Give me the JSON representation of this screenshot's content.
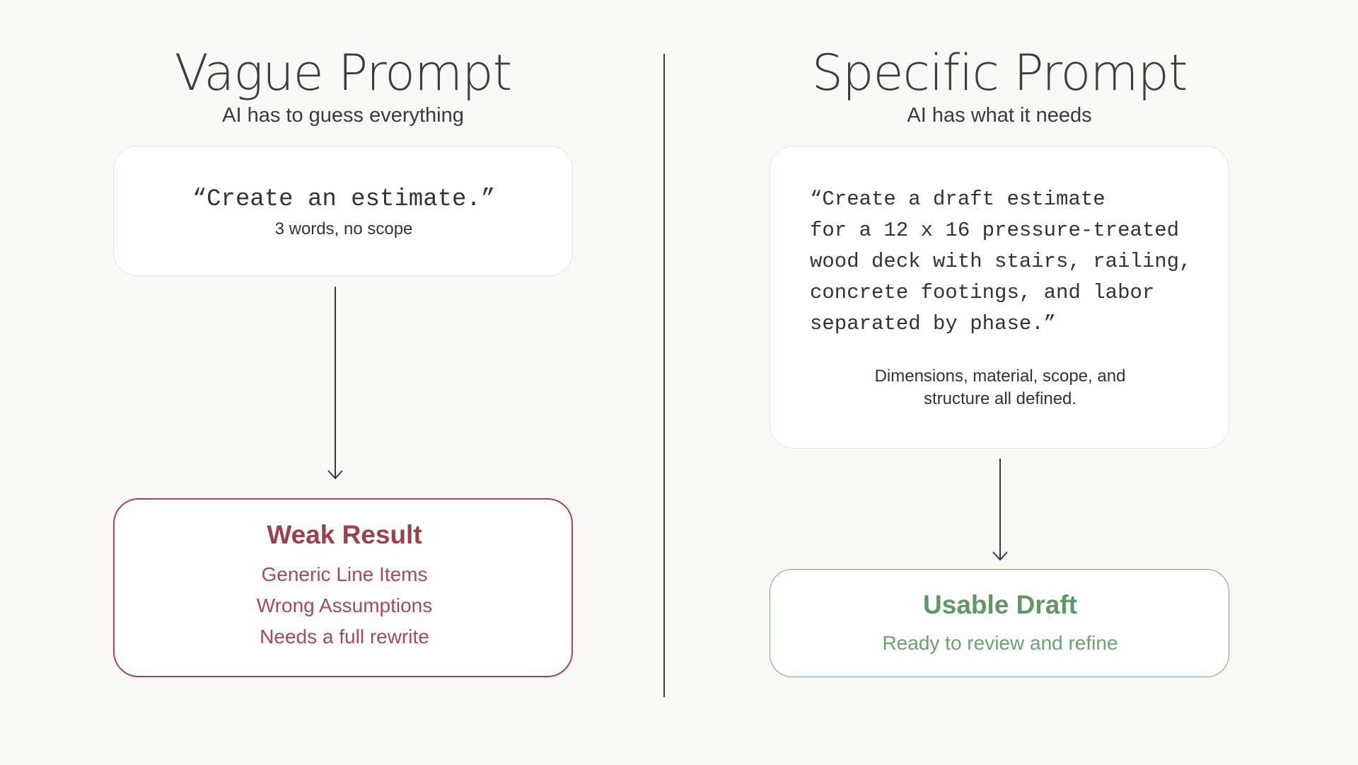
{
  "left": {
    "title": "Vague Prompt",
    "subtitle": "AI has to guess everything",
    "prompt": "“Create an estimate.”",
    "note": "3 words, no scope",
    "result": {
      "title": "Weak Result",
      "items": [
        "Generic Line Items",
        "Wrong Assumptions",
        "Needs a full rewrite"
      ],
      "color": "#9c3f4f"
    }
  },
  "right": {
    "title": "Specific Prompt",
    "subtitle": "AI has what it needs",
    "prompt_lines": [
      "“Create a draft estimate",
      "for a 12 x 16 pressure-treated",
      "wood deck with stairs, railing,",
      "concrete footings, and labor",
      "separated by phase.”"
    ],
    "note_lines": [
      "Dimensions, material, scope, and",
      "structure all defined."
    ],
    "result": {
      "title": "Usable Draft",
      "detail": "Ready to review and refine",
      "color": "#5f9866"
    }
  },
  "colors": {
    "background": "#f9f8f5",
    "card": "#ffffff",
    "weak": "#a54556",
    "usable": "#79a87c",
    "text": "#3b3b3b"
  }
}
